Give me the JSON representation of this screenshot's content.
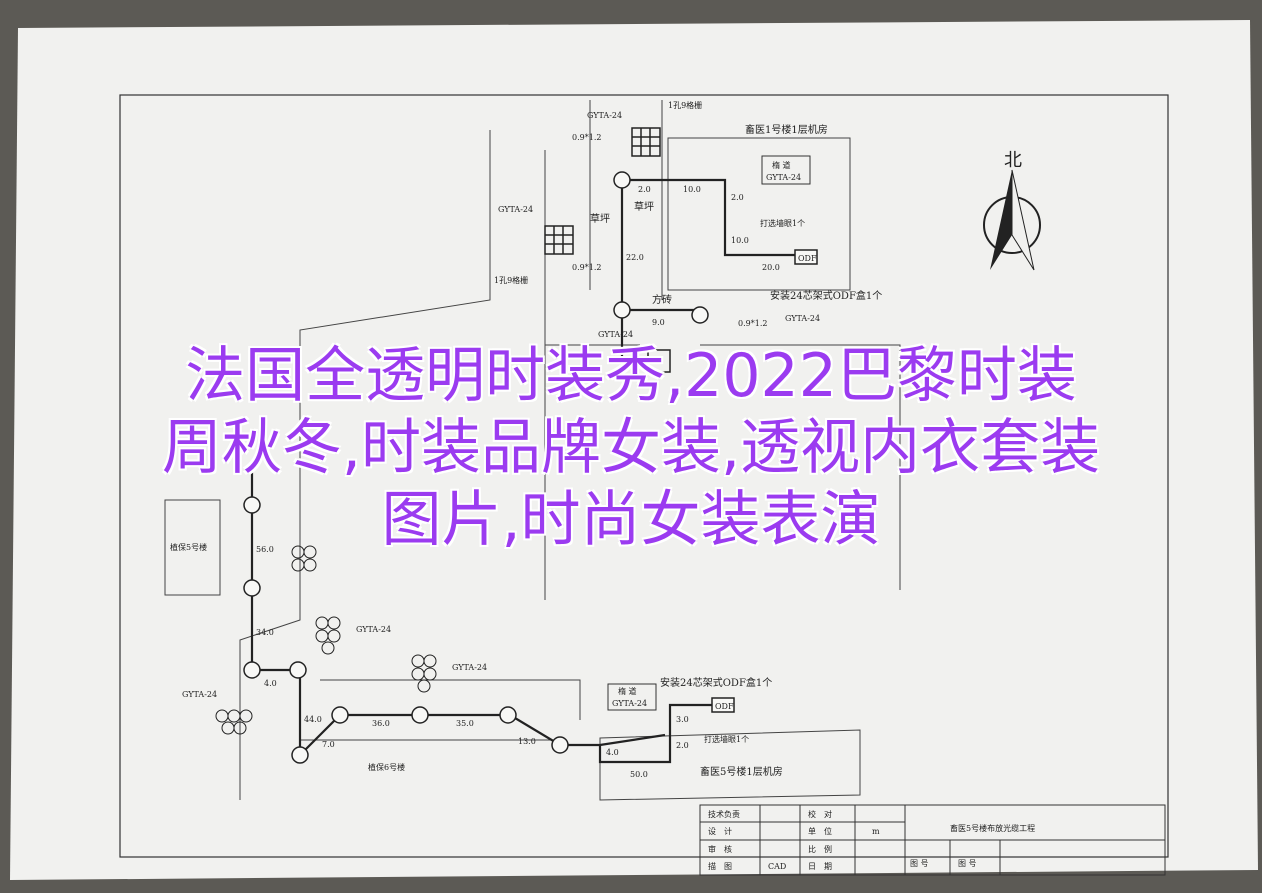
{
  "overlay": {
    "line1": "法国全透明时装秀,2022巴黎时装",
    "line2": "周秋冬,时装品牌女装,透视内衣套装",
    "line3": "图片,时尚女装表演"
  },
  "drawing": {
    "north": "北",
    "building_top": "畜医1号楼1层机房",
    "building_left": "植保5号楼",
    "building_bottom_left": "植保6号楼",
    "building_bottom_right": "畜医5号楼1层机房",
    "odf_top": "安装24芯架式ODF盒1个",
    "odf_bottom": "安装24芯架式ODF盒1个",
    "shaft_top": "楕 道",
    "shaft_bottom": "楕 道",
    "odf_label": "ODF",
    "duct_label": "GYTA-24",
    "pole_label_1": "1孔9格栅",
    "pole_label_2": "1孔9格栅",
    "drill_1": "打选墙眼1个",
    "drill_2": "打选墙眼1个",
    "grass_1": "草坪",
    "grass_2": "草坪",
    "brick": "方砖",
    "fiber_1": "0.9*1.2",
    "fiber_2": "0.9*1.2",
    "fiber_3": "0.9*1.2",
    "len_2_0a": "2.0",
    "len_10_0a": "10.0",
    "len_2_0b": "2.0",
    "len_10_0b": "10.0",
    "len_20_0": "20.0",
    "len_22_0": "22.0",
    "len_9_0": "9.0",
    "len_56_0": "56.0",
    "len_34_0": "34.0",
    "len_4_0a": "4.0",
    "len_44_0": "44.0",
    "len_7_0": "7.0",
    "len_36_0": "36.0",
    "len_35_0": "35.0",
    "len_13_0": "13.0",
    "len_4_0b": "4.0",
    "len_50_0": "50.0",
    "len_2_0c": "2.0",
    "len_3_0": "3.0"
  },
  "title_block": {
    "r1c1": "技术负责",
    "r2c1": "设　计",
    "r3c1": "审　核",
    "r4c1": "描　图",
    "r4c2": "CAD",
    "r1c3": "校　对",
    "r2c3": "单　位",
    "r2c4": "m",
    "r3c3": "比　例",
    "r4c3": "日　期",
    "project": "畜医5号楼布放光缆工程",
    "drawing_no_label": "图 号",
    "drawing_no": "图 号"
  }
}
